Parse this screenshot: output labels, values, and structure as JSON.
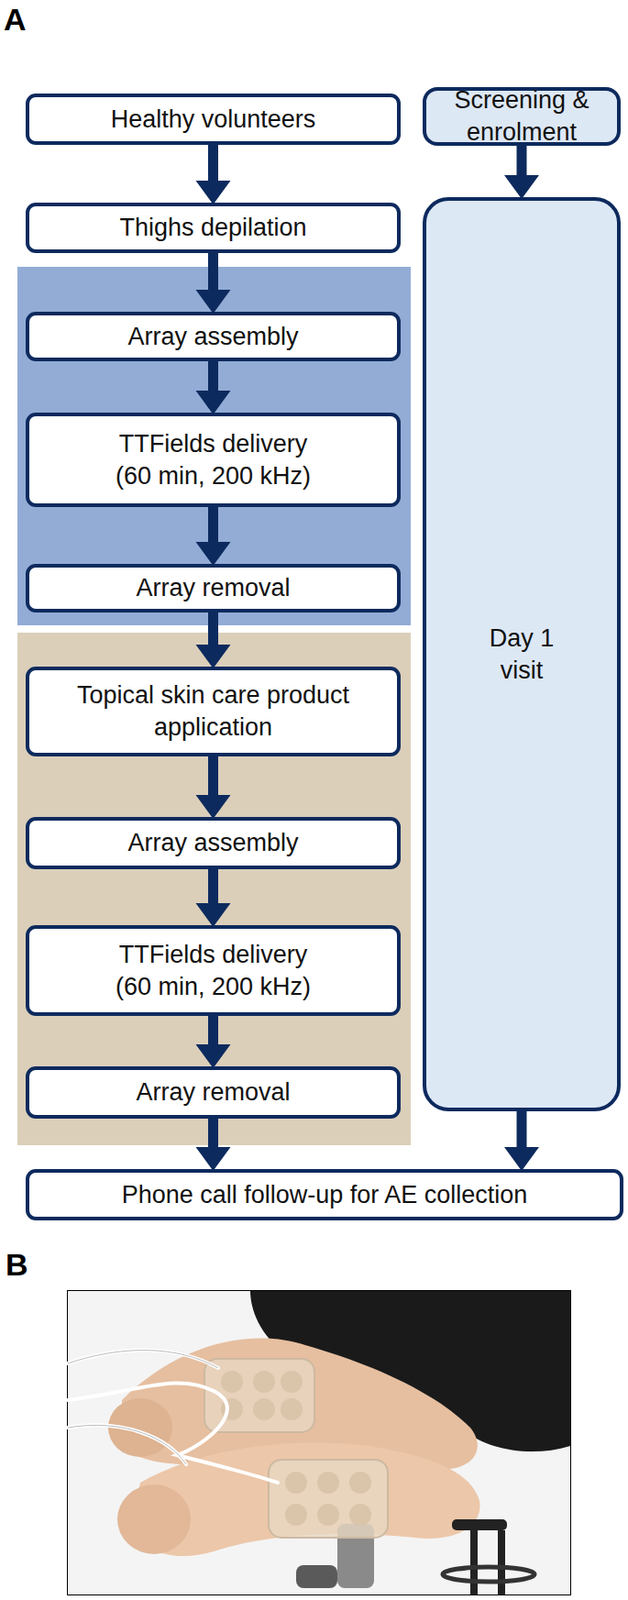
{
  "diagram": {
    "nodes": [
      {
        "text": [
          "Healthy volunteers"
        ]
      },
      {
        "text": [
          "Screening & enrolment"
        ]
      },
      {
        "text": [
          "Thighs depilation"
        ]
      },
      {
        "text": [
          "Array assembly"
        ]
      },
      {
        "text": [
          "TTFields delivery (60 min, 200 kHz)"
        ]
      },
      {
        "text": [
          "Array removal"
        ]
      },
      {
        "text": [
          "Topical skin care product application"
        ]
      },
      {
        "text": [
          "Array assembly"
        ]
      },
      {
        "text": [
          "TTFields delivery (60 min, 200 kHz)"
        ]
      },
      {
        "text": [
          "Array removal"
        ]
      },
      {
        "text": [
          "Day 1 visit"
        ]
      },
      {
        "text": [
          "Phone call follow-up for AE collection"
        ]
      }
    ],
    "edges": [
      {
        "from": 0,
        "to": 2,
        "arrow": "to"
      },
      {
        "from": 2,
        "to": 3,
        "arrow": "to"
      },
      {
        "from": 3,
        "to": 4,
        "arrow": "to"
      },
      {
        "from": 4,
        "to": 5,
        "arrow": "to"
      },
      {
        "from": 5,
        "to": 6,
        "arrow": "to"
      },
      {
        "from": 6,
        "to": 7,
        "arrow": "to"
      },
      {
        "from": 7,
        "to": 8,
        "arrow": "to"
      },
      {
        "from": 8,
        "to": 9,
        "arrow": "to"
      },
      {
        "from": 9,
        "to": 11,
        "arrow": "to"
      },
      {
        "from": 1,
        "to": 10,
        "arrow": "to"
      },
      {
        "from": 10,
        "to": 11,
        "arrow": "to"
      }
    ],
    "labels": [
      "A",
      "B"
    ]
  }
}
